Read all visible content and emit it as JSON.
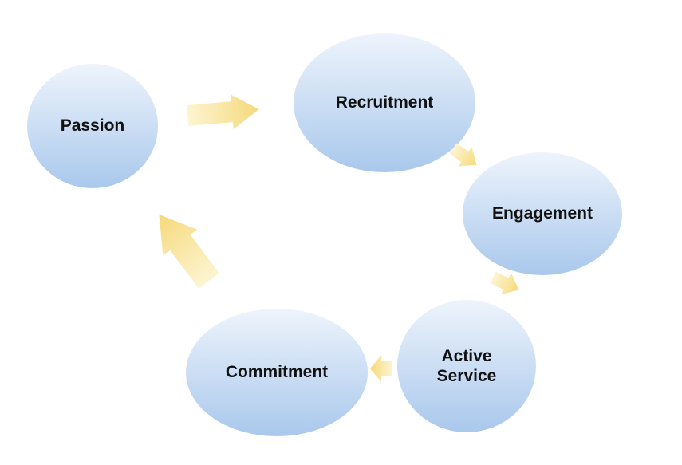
{
  "diagram": {
    "nodes": [
      {
        "id": "passion",
        "label": "Passion"
      },
      {
        "id": "recruitment",
        "label": "Recruitment"
      },
      {
        "id": "engagement",
        "label": "Engagement"
      },
      {
        "id": "active-service",
        "label": "Active\nService"
      },
      {
        "id": "commitment",
        "label": "Commitment"
      }
    ],
    "edges": [
      {
        "from": "passion",
        "to": "recruitment"
      },
      {
        "from": "recruitment",
        "to": "engagement"
      },
      {
        "from": "engagement",
        "to": "active-service"
      },
      {
        "from": "active-service",
        "to": "commitment"
      },
      {
        "from": "commitment",
        "to": "passion"
      }
    ]
  },
  "colors": {
    "node_top": "#eef4fc",
    "node_bottom": "#a9c8ec",
    "arrow_light": "#fdf5d2",
    "arrow_dark": "#f5d97a",
    "text": "#111111"
  }
}
